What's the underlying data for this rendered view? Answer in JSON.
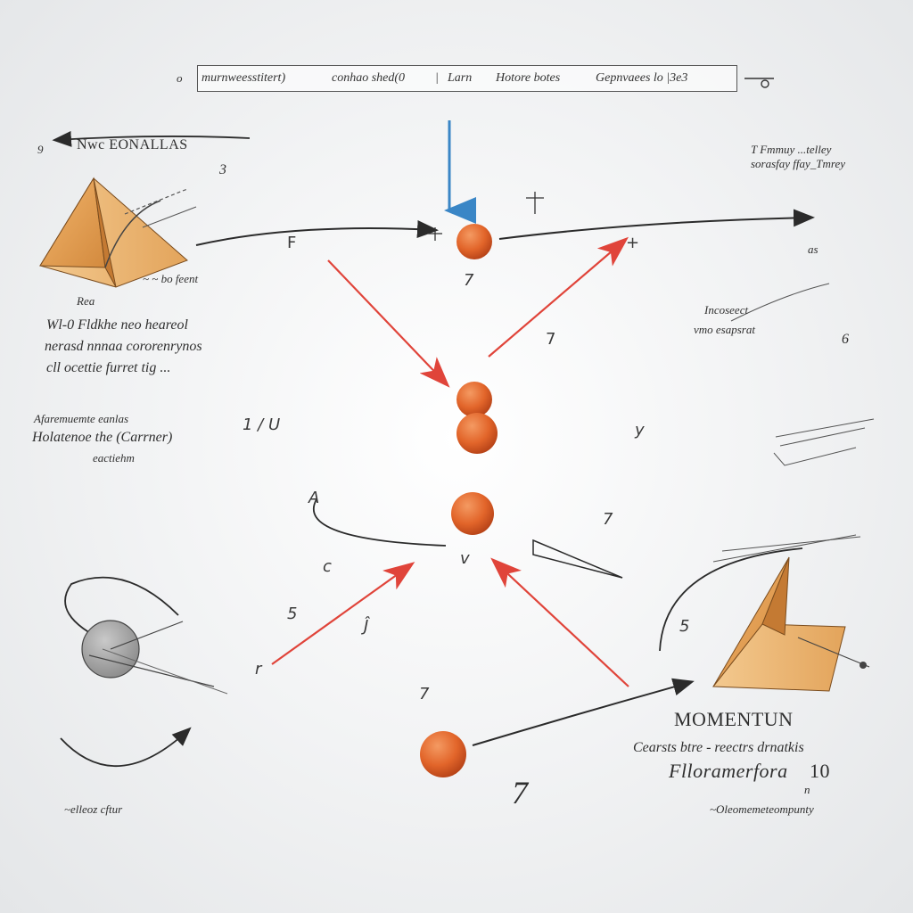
{
  "header_bar": {
    "items": [
      "murnweesstitert)",
      "conhao shed(0",
      "|",
      "Larn",
      "Hotore botes",
      "Gepnvaees lo |3e3"
    ],
    "left_mark": "o"
  },
  "labels": {
    "top_left_title": "Nwc EONALLAS",
    "top_left_mark": "9",
    "top_left_sub": "3",
    "top_right_line1": "T Fmmuy ...telley",
    "top_right_line2": "sorasfay ffay_Tmrey",
    "left_block_line1": "Rea",
    "left_block_line1b": "~ ~ bo feent",
    "left_block_line2": "Wl-0 Fldkhe neo heareol",
    "left_block_line3": "nerasd nnnaa cororenrynos",
    "left_block_line4": "cll ocettie furret tig ...",
    "mid_left_line1": "Afaremuemte eanlas",
    "mid_left_line2": "Holatenoe the (Carrner)",
    "mid_left_line3": "eactiehm",
    "right_block_line1": "Incoseect",
    "right_block_line2": "vmo esapsrat",
    "right_small1": "as",
    "right_small2": "6",
    "center_top_f": "F",
    "center_top_plus": "+",
    "center_q": "7",
    "center_q2": "7",
    "center_left_fraction": "1 / U",
    "center_right_mark": "y",
    "lower_a": "A",
    "lower_v": "v",
    "lower_c": "c",
    "lower_5": "5",
    "lower_s": "5",
    "lower_7": "7",
    "lower_j": "Ĵ",
    "lower_r": "r",
    "bottom_f_mark": "7",
    "momentum_title": "MOMENTUN",
    "momentum_line1": "Cearsts btre - reectrs drnatkis",
    "momentum_line2": "Flloramerfora",
    "momentum_value": "10",
    "momentum_sub_mark": "n",
    "momentum_line3": "~Oleomemeteompunty",
    "bottom_left": "~elleoz cftur",
    "bottom_big_7": "7"
  },
  "colors": {
    "ball": "#e2652a",
    "arrow_red": "#e0443a",
    "arrow_blue": "#3a86c6",
    "ink": "#2b2b2b",
    "wedge": "#e6a45c"
  }
}
